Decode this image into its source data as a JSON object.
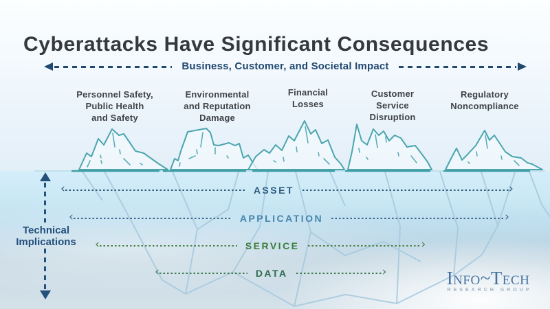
{
  "title": "Cyberattacks Have Significant Consequences",
  "impact_arrow": {
    "label": "Business, Customer, and Societal Impact"
  },
  "consequences": [
    {
      "label": "Personnel Safety,\nPublic Health\nand Safety"
    },
    {
      "label": "Environmental\nand Reputation\nDamage"
    },
    {
      "label": "Financial\nLosses"
    },
    {
      "label": "Customer\nService\nDisruption"
    },
    {
      "label": "Regulatory\nNoncompliance"
    }
  ],
  "technical": {
    "label": "Technical\nImplications"
  },
  "layers": [
    {
      "label": "ASSET",
      "label_color": "#2d5b7e",
      "line_color": "#2c5874"
    },
    {
      "label": "APPLICATION",
      "label_color": "#4585ad",
      "line_color": "#39688c"
    },
    {
      "label": "SERVICE",
      "label_color": "#3b7b3e",
      "line_color": "#4a8145"
    },
    {
      "label": "DATA",
      "label_color": "#2c6b50",
      "line_color": "#3e7a4e"
    }
  ],
  "icons": {
    "chevron_left": "‹",
    "chevron_right": "›"
  },
  "logo": {
    "name": "Info~Tech",
    "subtitle": "RESEARCH GROUP"
  },
  "colors": {
    "navy_arrow": "#21486f",
    "title_text": "#35383d",
    "iceberg_outline": "#4ba5ae",
    "waterline_dark": "#3f9da6",
    "underwater_outline": "#a6c9de",
    "logo_blue": "#44719f"
  }
}
